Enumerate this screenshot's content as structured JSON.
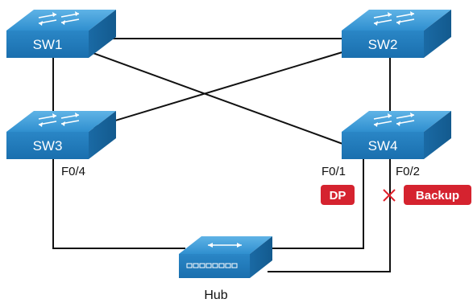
{
  "switches": {
    "sw1": {
      "label": "SW1"
    },
    "sw2": {
      "label": "SW2"
    },
    "sw3": {
      "label": "SW3"
    },
    "sw4": {
      "label": "SW4"
    }
  },
  "hub": {
    "label": "Hub"
  },
  "ports": {
    "sw3_f04": "F0/4",
    "sw4_f01": "F0/1",
    "sw4_f02": "F0/2"
  },
  "badges": {
    "dp": "DP",
    "backup": "Backup"
  },
  "colors": {
    "switch_front": "#1f7ab8",
    "switch_top": "#3d9ad6",
    "badge": "#d5232f",
    "blocked_mark": "#e0202a",
    "link": "#111111"
  }
}
